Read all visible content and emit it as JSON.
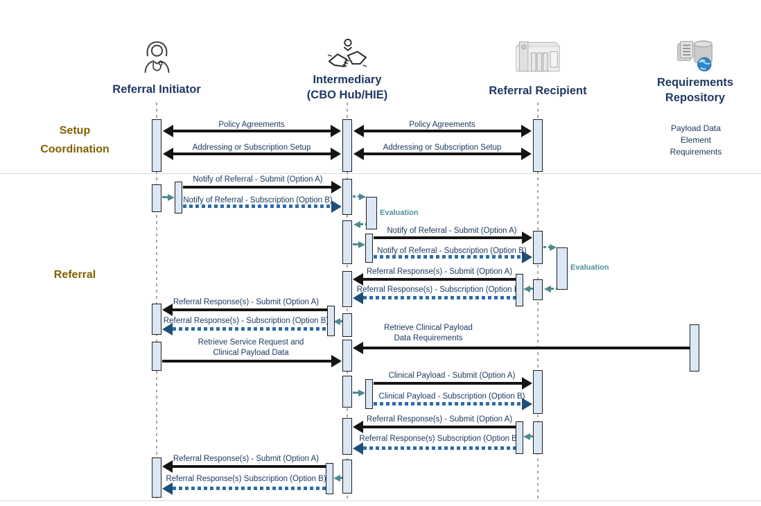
{
  "actors": {
    "initiator": {
      "label": "Referral Initiator"
    },
    "intermediary": {
      "label": "Intermediary",
      "sublabel": "(CBO Hub/HIE)"
    },
    "recipient": {
      "label": "Referral Recipient"
    },
    "repository": {
      "label": "Requirements",
      "sublabel": "Repository"
    }
  },
  "sections": {
    "setup": {
      "label": "Setup\nCoordination"
    },
    "referral": {
      "label": "Referral"
    }
  },
  "messages": {
    "policy": "Policy Agreements",
    "addressing": "Addressing or Subscription Setup",
    "payload_note": "Payload Data\nElement\nRequirements",
    "notify_a": "Notify of Referral - Submit (Option A)",
    "notify_b": "Notify of Referral - Subscription (Option B)",
    "evaluation": "Evaluation",
    "response_a": "Referral Response(s) - Submit (Option A)",
    "response_b": "Referral Response(s) - Subscription (Option B)",
    "response_b_alt": "Referral Response(s) Subscription (Option B)",
    "retrieve_service": "Retrieve Service Request and\nClinical Payload Data",
    "retrieve_requirements": "Retrieve Clinical Payload\nData Requirements",
    "clinical_a": "Clinical Payload - Submit (Option A)",
    "clinical_b": "Clinical Payload - Subscription (Option B)"
  },
  "colors": {
    "actor_label_navy": "#1F3864",
    "section_label_gold": "#7F6000",
    "message_text_navy": "#17365D",
    "evaluation_teal": "#4F9396",
    "subscription_dot_blue": "#2E6CA8",
    "subscription_head_blue": "#1F4E79",
    "activation_fill": "#DBE7F5",
    "solid_arrow_black": "#141414"
  }
}
